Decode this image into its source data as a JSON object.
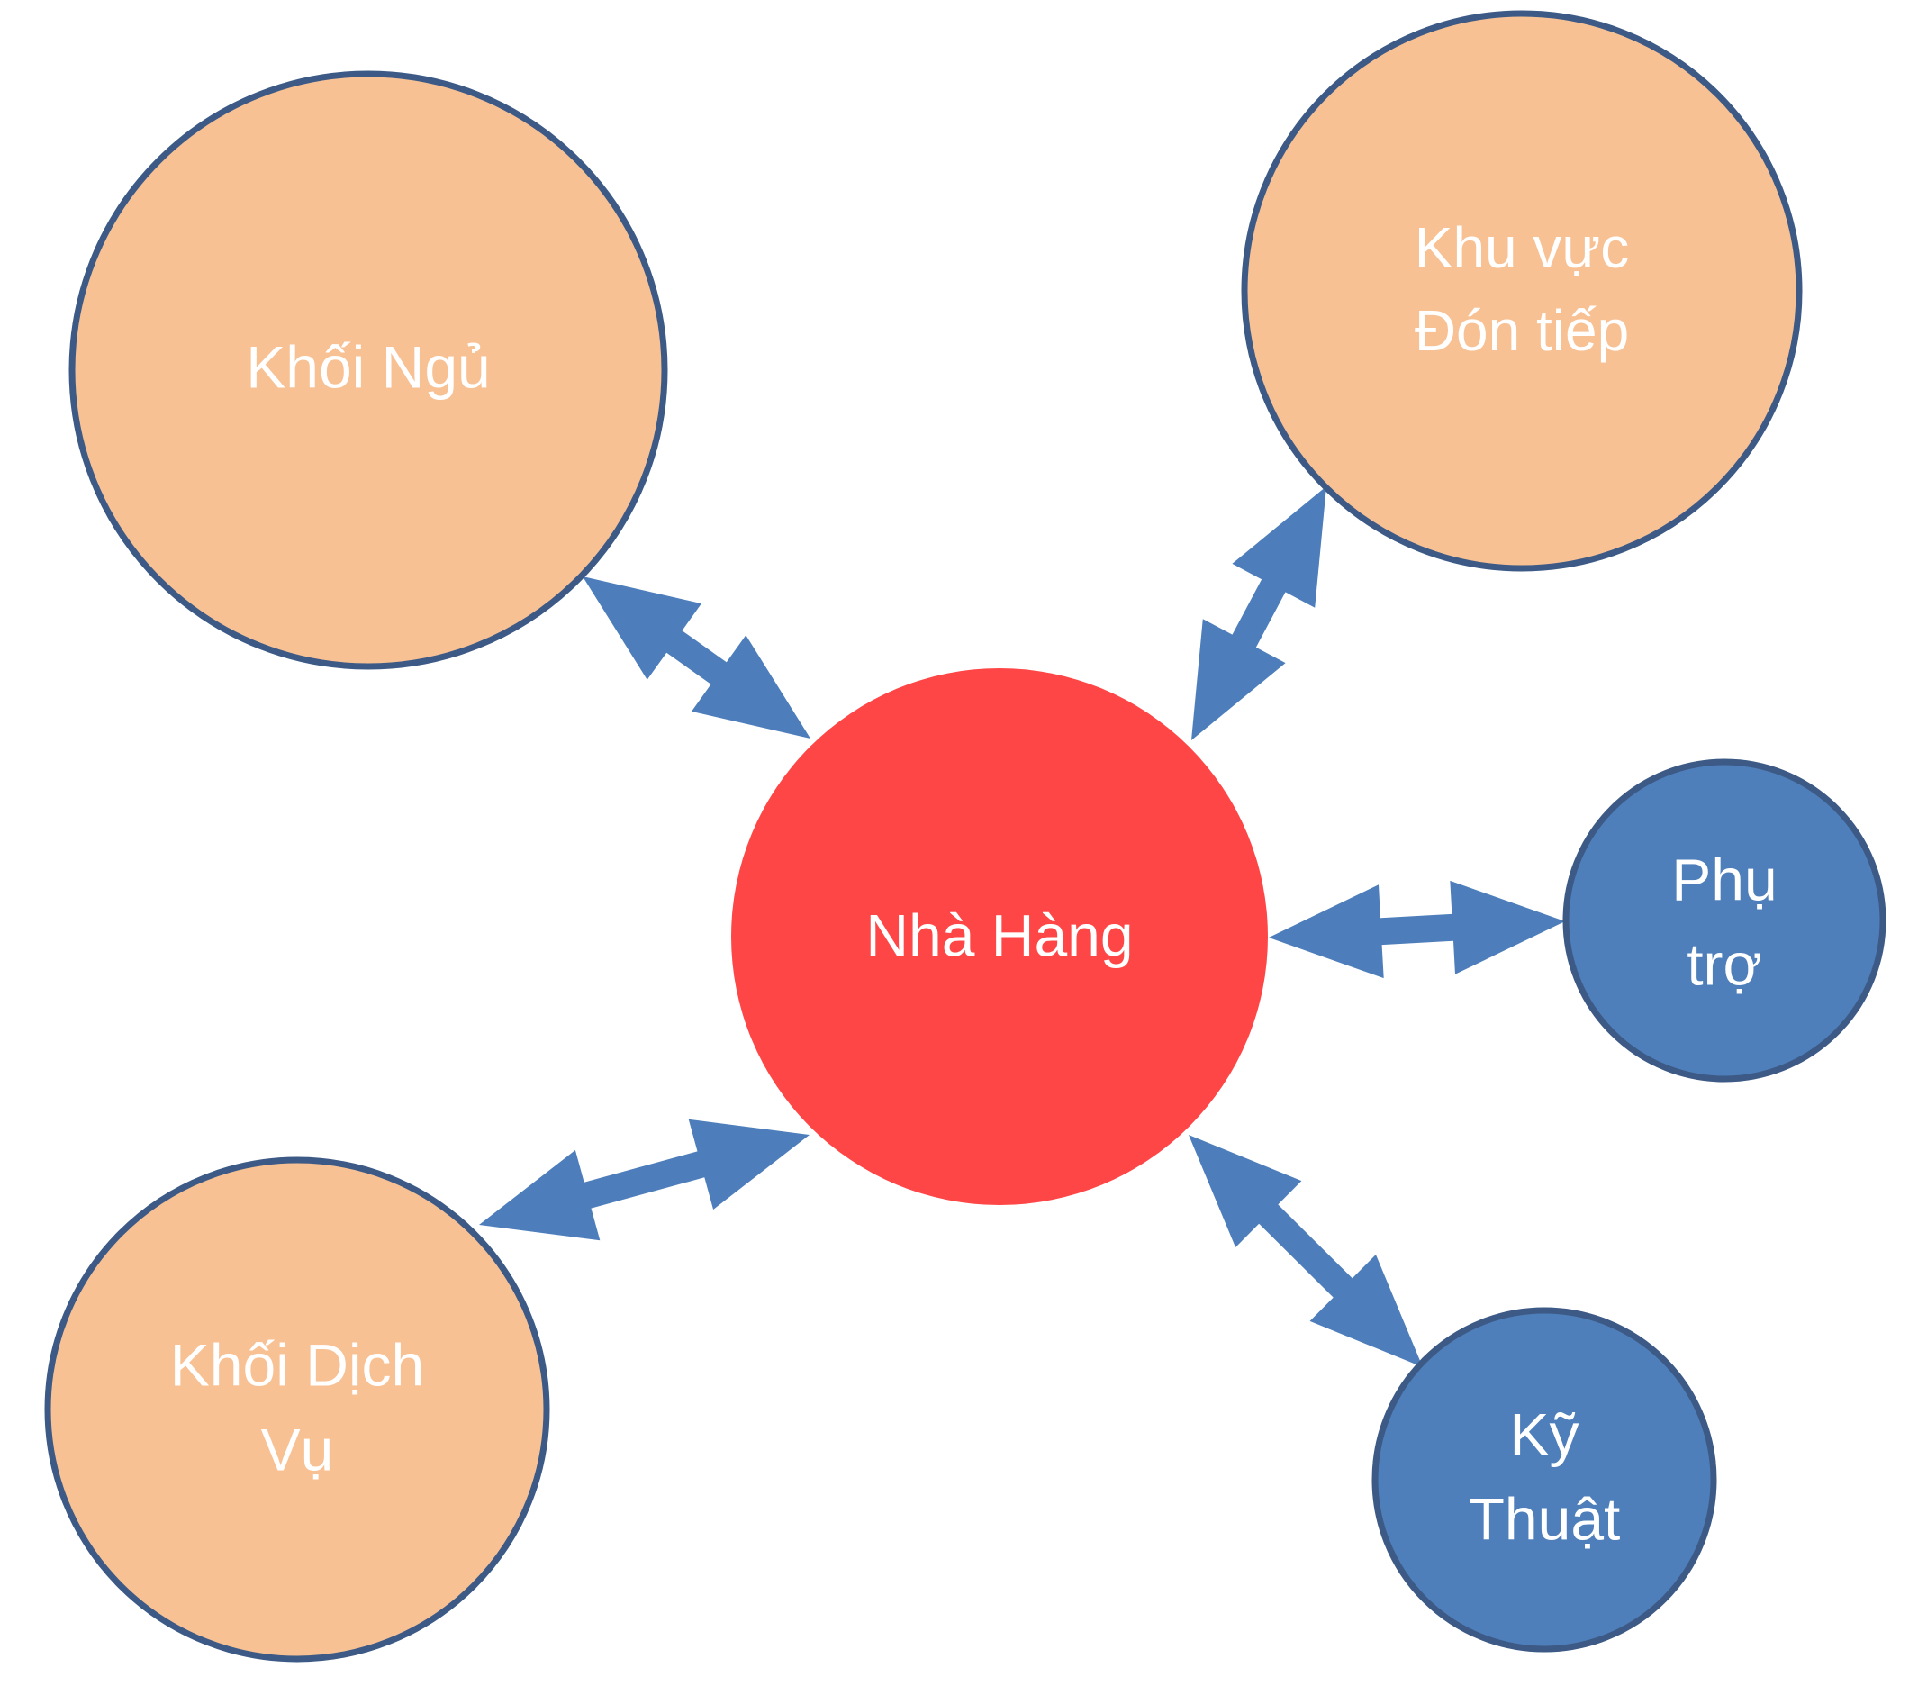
{
  "colors": {
    "peach": "#F8C194",
    "blue": "#4E7FBA",
    "red": "#FF4646",
    "outline": "#3C5A85",
    "arrow": "#4D7EBB",
    "text": "#FFFFFF"
  },
  "nodes": {
    "center": {
      "line1": "Nhà Hàng",
      "line2": ""
    },
    "khoi_ngu": {
      "line1": "Khối Ngủ",
      "line2": ""
    },
    "khu_vuc": {
      "line1": "Khu vực",
      "line2": "Đón tiếp"
    },
    "phu_tro": {
      "line1": "Phụ",
      "line2": "trợ"
    },
    "khoi_dich_vu": {
      "line1": "Khối Dịch",
      "line2": "Vụ"
    },
    "ky_thuat": {
      "line1": "Kỹ",
      "line2": "Thuật"
    }
  }
}
